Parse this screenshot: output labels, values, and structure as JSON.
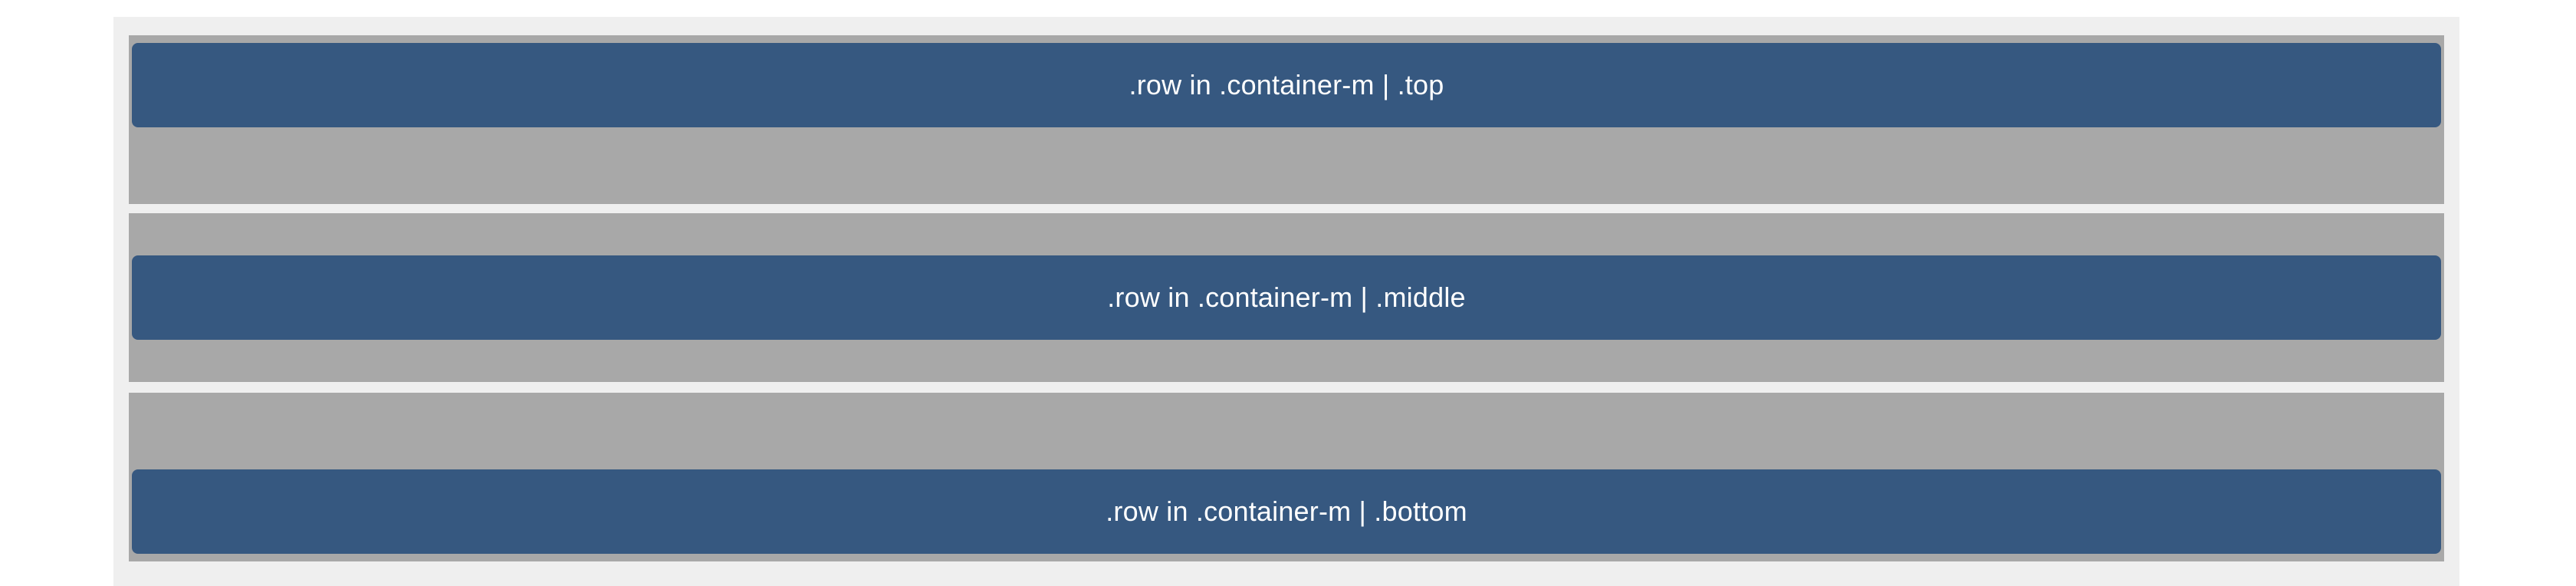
{
  "rows": [
    {
      "label": ".row in .container-m | .top"
    },
    {
      "label": ".row in .container-m | .middle"
    },
    {
      "label": ".row in .container-m | .bottom"
    }
  ],
  "colors": {
    "container_bg": "#efefef",
    "row_bg": "#a8a8a8",
    "bar_bg": "#365880",
    "bar_text": "#ffffff"
  }
}
